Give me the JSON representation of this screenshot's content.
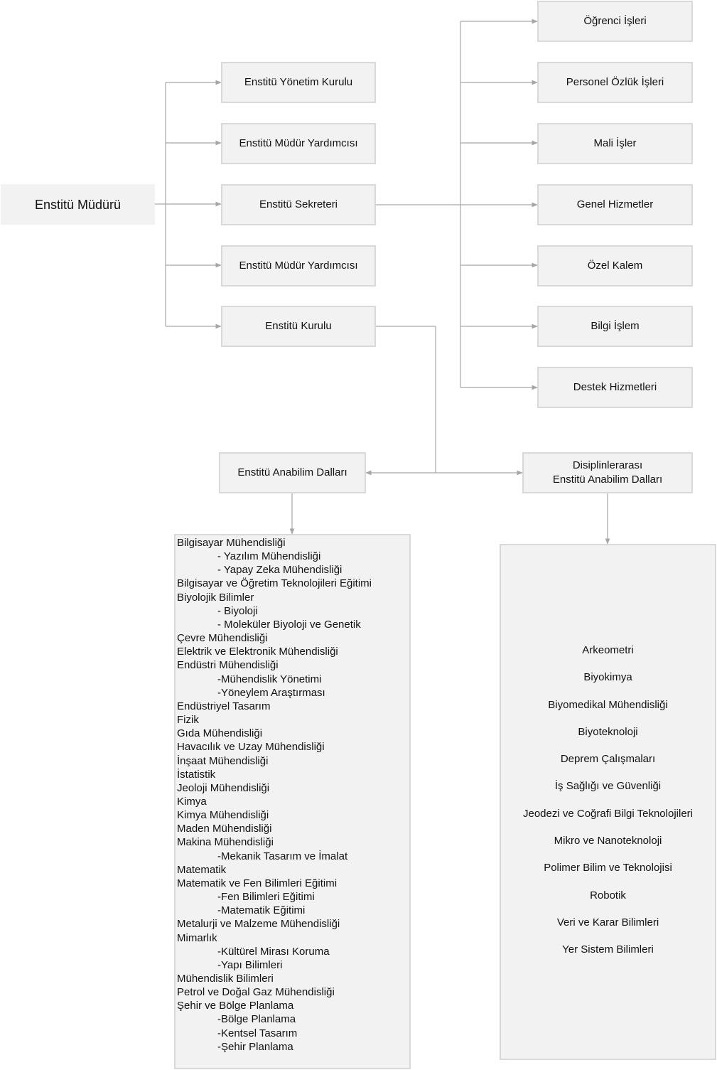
{
  "root": {
    "label": "Enstitü Müdürü"
  },
  "level1": [
    {
      "id": "yonetim-kurulu",
      "label": "Enstitü Yönetim Kurulu"
    },
    {
      "id": "mudur-yardimcisi-1",
      "label": "Enstitü Müdür Yardımcısı"
    },
    {
      "id": "sekreter",
      "label": "Enstitü Sekreteri"
    },
    {
      "id": "mudur-yardimcisi-2",
      "label": "Enstitü Müdür Yardımcısı"
    },
    {
      "id": "kurul",
      "label": "Enstitü Kurulu"
    }
  ],
  "secretariat_units": [
    {
      "id": "ogrenci-isleri",
      "label": "Öğrenci İşleri"
    },
    {
      "id": "personel-ozluk",
      "label": "Personel Özlük İşleri"
    },
    {
      "id": "mali-isler",
      "label": "Mali İşler"
    },
    {
      "id": "genel-hizmetler",
      "label": "Genel Hizmetler"
    },
    {
      "id": "ozel-kalem",
      "label": "Özel Kalem"
    },
    {
      "id": "bilgi-islem",
      "label": "Bilgi İşlem"
    },
    {
      "id": "destek-hizmetleri",
      "label": "Destek Hizmetleri"
    }
  ],
  "departments": {
    "label": "Enstitü Anabilim Dalları",
    "items": [
      {
        "text": "Bilgisayar Mühendisliği",
        "sub": false
      },
      {
        "text": "- Yazılım Mühendisliği",
        "sub": true
      },
      {
        "text": "- Yapay Zeka Mühendisliği",
        "sub": true
      },
      {
        "text": "Bilgisayar ve Öğretim Teknolojileri Eğitimi",
        "sub": false
      },
      {
        "text": "Biyolojik Bilimler",
        "sub": false
      },
      {
        "text": "- Biyoloji",
        "sub": true
      },
      {
        "text": "- Moleküler Biyoloji ve Genetik",
        "sub": true
      },
      {
        "text": "Çevre Mühendisliği",
        "sub": false
      },
      {
        "text": "Elektrik ve Elektronik Mühendisliği",
        "sub": false
      },
      {
        "text": "Endüstri Mühendisliği",
        "sub": false
      },
      {
        "text": "-Mühendislik Yönetimi",
        "sub": true
      },
      {
        "text": "-Yöneylem Araştırması",
        "sub": true
      },
      {
        "text": "Endüstriyel Tasarım",
        "sub": false
      },
      {
        "text": "Fizik",
        "sub": false
      },
      {
        "text": "Gıda Mühendisliği",
        "sub": false
      },
      {
        "text": "Havacılık ve Uzay Mühendisliği",
        "sub": false
      },
      {
        "text": "İnşaat Mühendisliği",
        "sub": false
      },
      {
        "text": "İstatistik",
        "sub": false
      },
      {
        "text": "Jeoloji Mühendisliği",
        "sub": false
      },
      {
        "text": "Kimya",
        "sub": false
      },
      {
        "text": "Kimya Mühendisliği",
        "sub": false
      },
      {
        "text": "Maden Mühendisliği",
        "sub": false
      },
      {
        "text": "Makina Mühendisliği",
        "sub": false
      },
      {
        "text": "-Mekanik Tasarım ve İmalat",
        "sub": true
      },
      {
        "text": "Matematik",
        "sub": false
      },
      {
        "text": "Matematik ve Fen Bilimleri Eğitimi",
        "sub": false
      },
      {
        "text": "-Fen Bilimleri Eğitimi",
        "sub": true
      },
      {
        "text": "-Matematik Eğitimi",
        "sub": true
      },
      {
        "text": "Metalurji ve Malzeme Mühendisliği",
        "sub": false
      },
      {
        "text": "Mimarlık",
        "sub": false
      },
      {
        "text": "-Kültürel Mirası Koruma",
        "sub": true
      },
      {
        "text": "-Yapı Bilimleri",
        "sub": true
      },
      {
        "text": "Mühendislik Bilimleri",
        "sub": false
      },
      {
        "text": "Petrol ve Doğal Gaz Mühendisliği",
        "sub": false
      },
      {
        "text": "Şehir ve Bölge Planlama",
        "sub": false
      },
      {
        "text": "-Bölge Planlama",
        "sub": true
      },
      {
        "text": "-Kentsel Tasarım",
        "sub": true
      },
      {
        "text": "-Şehir Planlama",
        "sub": true
      }
    ]
  },
  "interdisciplinary": {
    "label_line1": "Disiplinlerarası",
    "label_line2": "Enstitü Anabilim Dalları",
    "items": [
      "Arkeometri",
      "Biyokimya",
      "Biyomedikal Mühendisliği",
      "Biyoteknoloji",
      "Deprem Çalışmaları",
      "İş Sağlığı ve Güvenliği",
      "Jeodezi ve Coğrafi Bilgi Teknolojileri",
      "Mikro ve Nanoteknoloji",
      "Polimer Bilim ve Teknolojisi",
      "Robotik",
      "Veri ve Karar Bilimleri",
      "Yer Sistem Bilimleri"
    ]
  },
  "colors": {
    "box_fill": "#f2f2f2",
    "box_border": "#d9d9d9",
    "connector": "#a6a6a6",
    "text": "#111111"
  }
}
